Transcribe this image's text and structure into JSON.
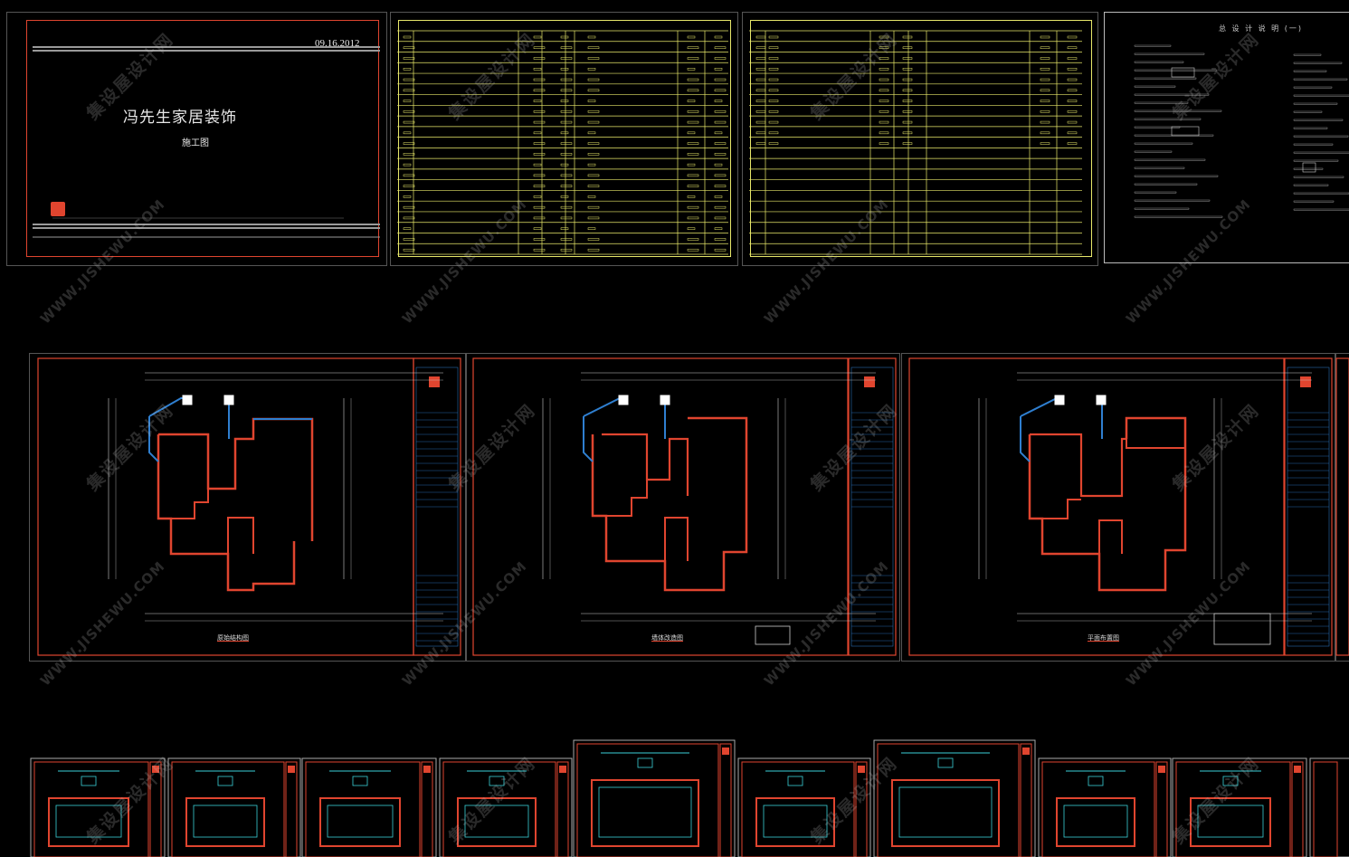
{
  "cover": {
    "date": "09.16.2012",
    "title": "冯先生家居装饰",
    "subtitle": "施工图"
  },
  "floor_plans": [
    {
      "title": "原始结构图"
    },
    {
      "title": "墙体改造图"
    },
    {
      "title": "平面布置图"
    }
  ],
  "notes_sheet": {
    "title": "总 设 计 说 明 (一)"
  },
  "watermark": {
    "cn": "集设屋设计网",
    "url": "WWW.JISHEWU.COM"
  },
  "colors": {
    "wall": "#e0452f",
    "blue": "#2f7fd0",
    "yellow": "#e8e86a",
    "cyan": "#3ad0d8",
    "frame": "#e0452f"
  }
}
